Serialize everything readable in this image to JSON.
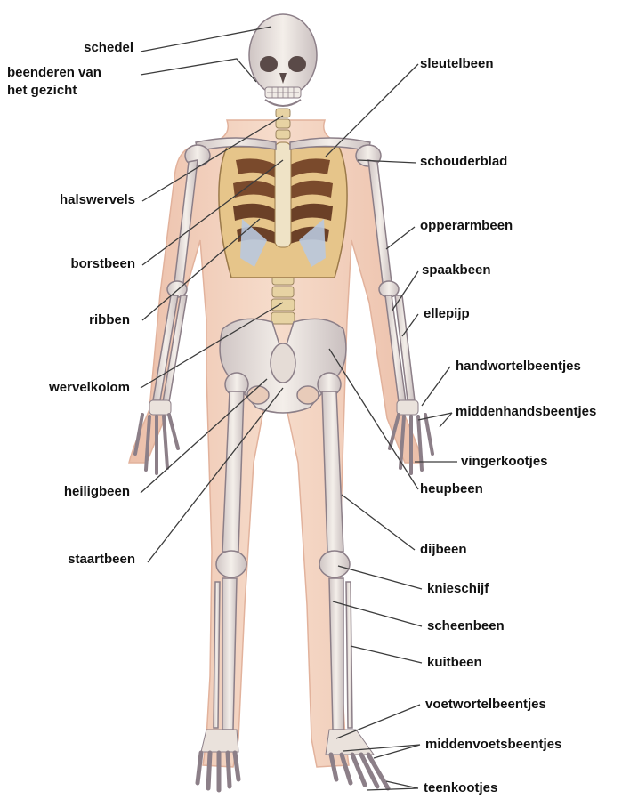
{
  "diagram": {
    "colors": {
      "skin": "#f3d2bf",
      "skin_edge": "#e0ad98",
      "bone": "#e9e2dc",
      "bone_edge": "#8c7f88",
      "cartilage": "#b9c8de",
      "ribcage_dark": "#7a4a2c",
      "ribcage_light": "#e8c98e",
      "leader": "#3c3c3c"
    },
    "labels": {
      "schedel": "schedel",
      "beenderen_gezicht_1": "beenderen van",
      "beenderen_gezicht_2": "het gezicht",
      "halswervels": "halswervels",
      "borstbeen": "borstbeen",
      "ribben": "ribben",
      "wervelkolom": "wervelkolom",
      "heiligbeen": "heiligbeen",
      "staartbeen": "staartbeen",
      "sleutelbeen": "sleutelbeen",
      "schouderblad": "schouderblad",
      "opperarmbeen": "opperarmbeen",
      "spaakbeen": "spaakbeen",
      "ellepijp": "ellepijp",
      "handwortelbeentjes": "handwortelbeentjes",
      "middenhandsbeentjes": "middenhandsbeentjes",
      "vingerkootjes": "vingerkootjes",
      "heupbeen": "heupbeen",
      "dijbeen": "dijbeen",
      "knieschijf": "knieschijf",
      "scheenbeen": "scheenbeen",
      "kuitbeen": "kuitbeen",
      "voetwortelbeentjes": "voetwortelbeentjes",
      "middenvoetsbeentjes": "middenvoetsbeentjes",
      "teenkootjes": "teenkootjes"
    }
  }
}
